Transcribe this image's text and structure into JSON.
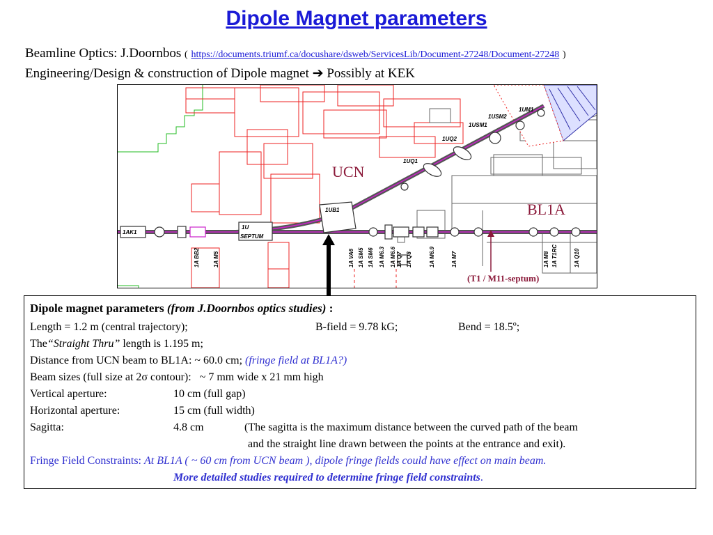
{
  "title": "Dipole Magnet parameters",
  "intro": {
    "optics_label": "Beamline Optics: J.Doornbos",
    "paren_open": "(",
    "link_text": "https://documents.triumf.ca/docushare/dsweb/ServicesLib/Document-27248/Document-27248",
    "paren_close": ")",
    "engineering_text": "Engineering/Design & construction of Dipole magnet",
    "arrow_glyph": "➔",
    "kek_text": "Possibly at KEK"
  },
  "diagram": {
    "labels": {
      "ucn": "UCN",
      "bl1a": "BL1A",
      "t1_note": "(T1 / M11-septum)",
      "ak1": "1AK1",
      "septum_top": "1U",
      "septum_bottom": "SEPTUM",
      "ub1": "1UB1",
      "uq1": "1UQ1",
      "uq2": "1UQ2",
      "usm1": "1USM1",
      "usm2": "1USM2",
      "um1": "1UM1"
    },
    "device_labels": [
      "1A BB2",
      "1A M5",
      "1A VA6",
      "1A SM5",
      "1A SM6",
      "1A M6.3",
      "1A M6.6",
      "1A Q7",
      "1A Q8",
      "1A M6.9",
      "1A M7",
      "1A M8",
      "1A T1RC",
      "1A Q10"
    ],
    "colors": {
      "building": "#ee2222",
      "beamline": "#cc22cc",
      "wall": "#22bb22",
      "structure": "#555555",
      "label_accent": "#8b1a3a"
    }
  },
  "params": {
    "heading_bold": "Dipole magnet parameters",
    "heading_italic": "(from J.Doornbos optics studies)",
    "heading_colon": ":",
    "length": "Length = 1.2 m (central trajectory);",
    "bfield": "B-field = 9.78 kG;",
    "bend": "Bend = 18.5º;",
    "straight_prefix": "The",
    "straight_italic": "“Straight Thru”",
    "straight_suffix": "length is 1.195 m;",
    "distance": "Distance from UCN beam to BL1A:   ~ 60.0 cm;",
    "distance_note": "(fringe field at BL1A?)",
    "beam_label": "Beam sizes (full size at 2σ contour):",
    "beam_value": "~ 7 mm wide x 21 mm high",
    "vertical_label": "Vertical aperture:",
    "vertical_value": "10 cm (full gap)",
    "horizontal_label": "Horizontal aperture:",
    "horizontal_value": "15 cm (full width)",
    "sagitta_label": "Sagitta:",
    "sagitta_value": "4.8 cm",
    "sagitta_note1": "(The sagitta is the maximum distance between the curved path of the beam",
    "sagitta_note2": "and the straight line drawn between the points at the entrance and exit).",
    "fringe_label": "Fringe Field Constraints:",
    "fringe_text": "At BL1A ( ~ 60 cm from UCN beam ), dipole fringe fields could have effect on main beam.",
    "fringe_more": "More detailed studies required to determine fringe field constraints",
    "fringe_period": "."
  }
}
